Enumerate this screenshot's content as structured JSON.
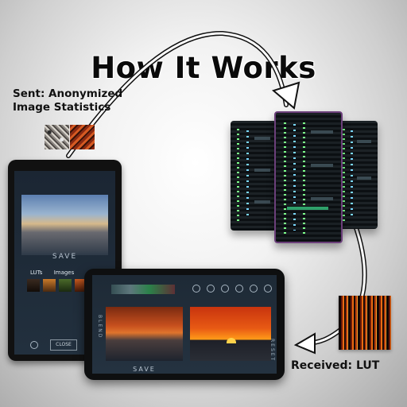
{
  "title": "How It Works",
  "sent_label_line1": "Sent: Anonymized",
  "sent_label_line2": "Image Statistics",
  "received_label": "Received: LUT",
  "phone_app": {
    "save_label": "SAVE",
    "tab_luts": "LUTs",
    "tab_images": "Images",
    "close_label": "CLOSE"
  },
  "tablet_app": {
    "save_label": "SAVE",
    "blend_label": "BLEND",
    "reset_label": "RESET"
  },
  "colors": {
    "server_frame_accent": "#6b3f7a",
    "led_green": "#7cff8a",
    "lut_orange": "#e86a12"
  }
}
